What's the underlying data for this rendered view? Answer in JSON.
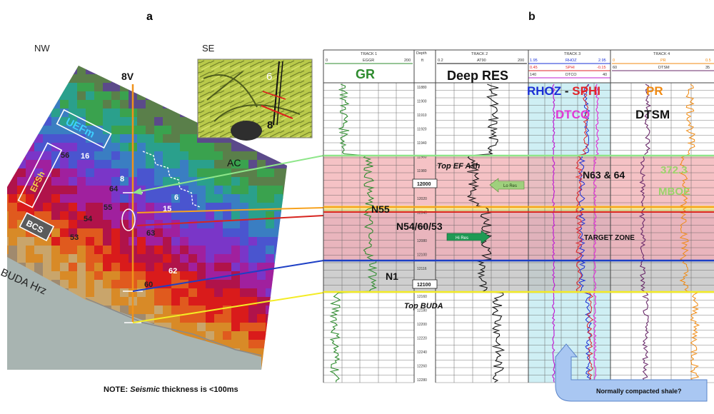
{
  "panel_a": {
    "letter": "a",
    "nw": "NW",
    "se": "SE",
    "well": "8V",
    "ac": "AC",
    "uefm": "UEFm",
    "efsh": "EFSh",
    "bcs": "BCS",
    "buda": "BUDA Hrz",
    "nums": [
      "56",
      "16",
      "8",
      "64",
      "55",
      "54",
      "53",
      "63",
      "15",
      "6",
      "62",
      "60"
    ],
    "inset_labels": [
      "6",
      "8"
    ],
    "note_prefix": "NOTE:  ",
    "note_italic": "Seismic",
    "note_suffix": " thickness is <100ms"
  },
  "panel_b": {
    "letter": "b",
    "track_headers": {
      "t1": "TRACK 1",
      "depth": "Depth",
      "ft": "ft",
      "t2": "TRACK 2",
      "t3": "TRACK 3",
      "t4": "TRACK 4"
    },
    "curve_scales": {
      "gr_min": "0",
      "gr_name": "EGGR",
      "gr_max": "200",
      "res_min": "0.2",
      "res_name": "AT90",
      "res_max": "200",
      "rhoz_min": "1.95",
      "rhoz_name": "RHOZ",
      "rhoz_max": "2.95",
      "sphi_min": "0.45",
      "sphi_name": "SPHI",
      "sphi_max": "-0.15",
      "dtco_min": "140",
      "dtco_name": "DTCO",
      "dtco_max": "40",
      "pr_min": "0",
      "pr_name": "PR",
      "pr_max": "0.5",
      "dtsm_min": "60",
      "dtsm_name": "DTSM",
      "dtsm_max": "35"
    },
    "curve_titles": {
      "gr": "GR",
      "res": "Deep RES",
      "rhoz": "RHOZ",
      "dash": " - ",
      "sphi": "SPHI",
      "pr": "PR",
      "dtco": "DTCO",
      "dtsm": "DTSM"
    },
    "depths": [
      "11880",
      "11900",
      "11910",
      "11920",
      "11940",
      "11960",
      "11980",
      "12000",
      "12020",
      "12040",
      "12060",
      "12080",
      "12100",
      "12116",
      "12140",
      "12160",
      "12180",
      "12200",
      "12220",
      "12240",
      "12260",
      "12280"
    ],
    "depth_box_1": "12000",
    "depth_box_2": "12100",
    "zones": {
      "top_ef_ash": "Top EF Ash",
      "n63_64": "N63 & 64",
      "value_372": "372.3",
      "mboe": "MBOE",
      "n55": "N55",
      "n54": "N54/60/53",
      "target": "TARGET ZONE",
      "n1": "N1",
      "top_buda": "Top BUDA"
    },
    "lo_res": "Lo Res",
    "hi_res": "Hi Res",
    "callout": "Normally compacted shale?"
  }
}
